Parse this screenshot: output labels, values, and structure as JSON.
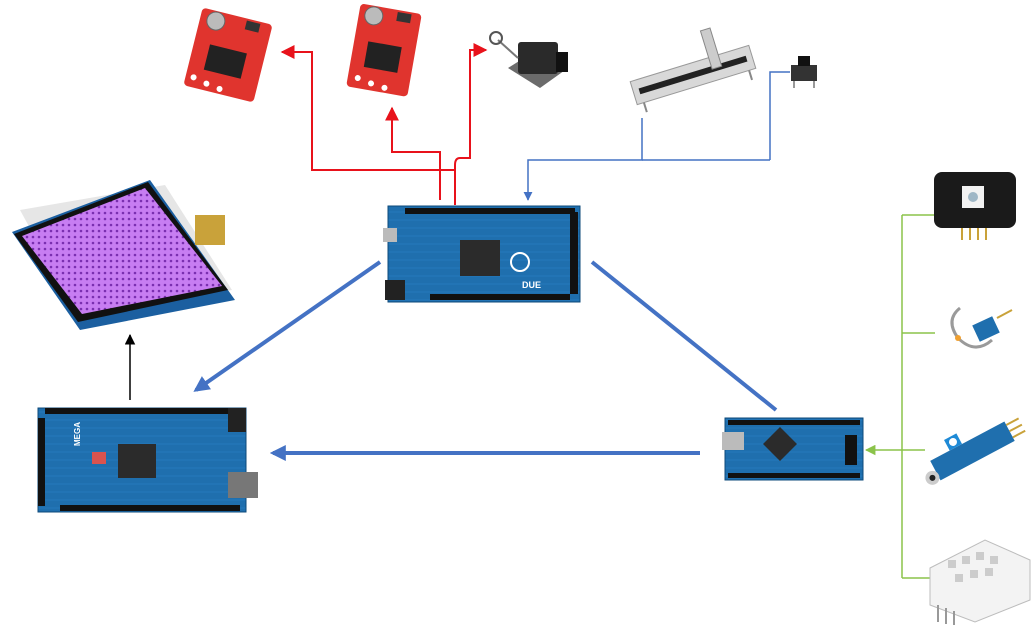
{
  "colors": {
    "power_link": "#e8121b",
    "control_link": "#4472c4",
    "sensor_link": "#8bc34a",
    "display_link": "#000000",
    "board_blue": "#1a6fb3",
    "driver_red": "#e0342e"
  },
  "boards": {
    "due": {
      "logo": "DUE",
      "icon": "arduino-due-board"
    },
    "mega": {
      "logo": "MEGA",
      "icon": "arduino-mega-board"
    },
    "nano": {
      "icon": "arduino-nano-board"
    }
  },
  "components": {
    "motor_drivers": [
      "motor-driver-board",
      "motor-driver-board"
    ],
    "ignition": "ignition-coil-icon",
    "slider": "slide-potentiometer-icon",
    "button": "push-button-icon",
    "display": "tft-display-icon",
    "sensors": [
      "light-sensor-module",
      "temperature-probe-module",
      "ir-sensor-module",
      "humidity-sensor-module"
    ]
  }
}
